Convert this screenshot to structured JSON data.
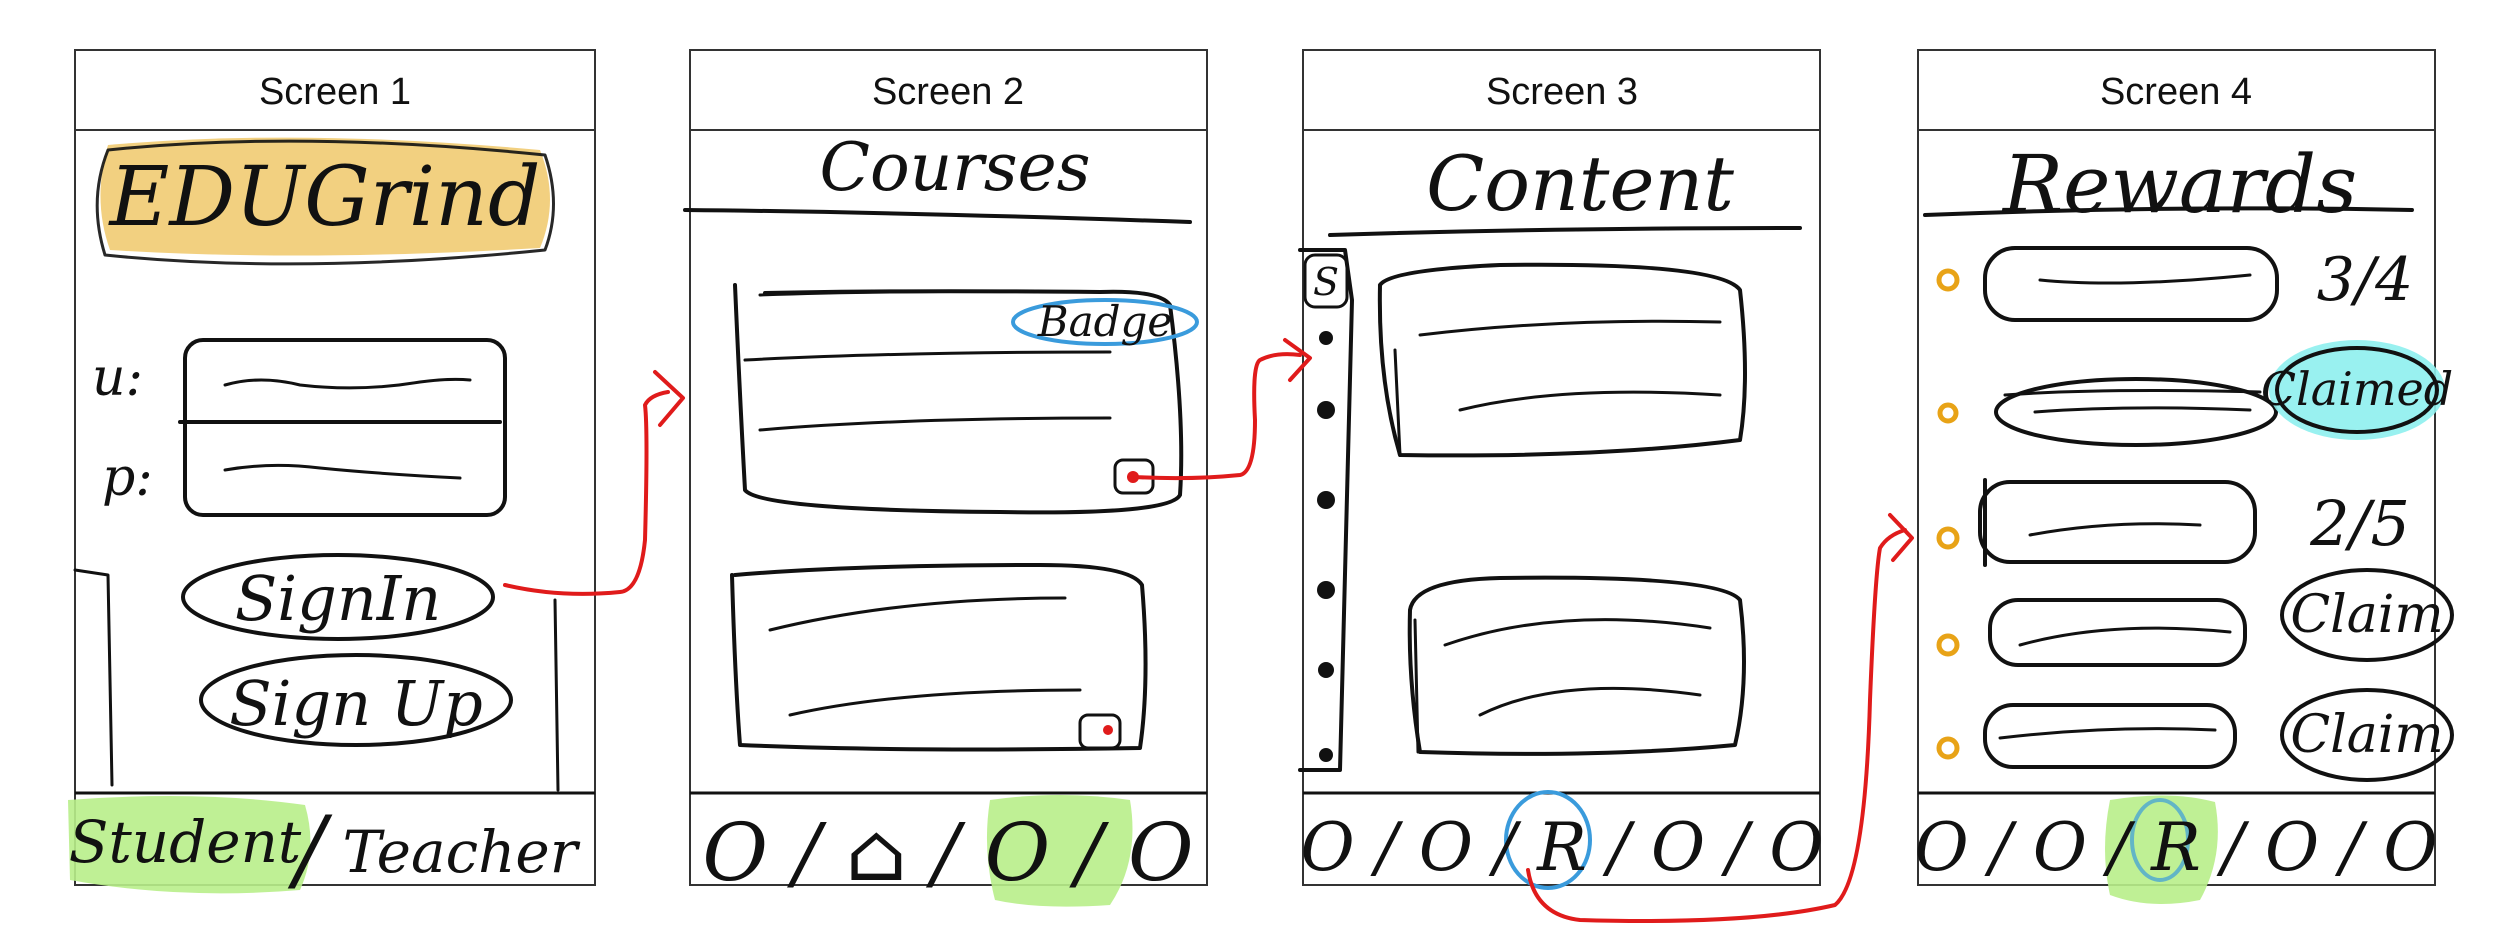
{
  "screens": [
    {
      "title": "Screen 1"
    },
    {
      "title": "Screen 2"
    },
    {
      "title": "Screen 3"
    },
    {
      "title": "Screen 4"
    }
  ],
  "screen1": {
    "logo": "EDUGrind",
    "username_label": "u:",
    "password_label": "p:",
    "sign_in": "SignIn",
    "sign_up": "Sign Up",
    "role_student": "Student",
    "role_separator": "/",
    "role_teacher": "Teacher"
  },
  "screen2": {
    "heading": "Courses",
    "badge": "Badge",
    "nav": "O / ⌂ / O / O"
  },
  "screen3": {
    "heading": "Content",
    "side_letter": "S",
    "nav": "O / O / R / O / O"
  },
  "screen4": {
    "heading": "Rewards",
    "progress_1": "3/4",
    "claimed": "Claimed",
    "progress_2": "2/5",
    "claim_1": "Claim",
    "claim_2": "Claim",
    "nav": "O / O / R / O / O"
  },
  "colors": {
    "arrow": "#e01b1b",
    "logo_highlight": "#f0c86a",
    "green_highlight": "#b8ee8a",
    "badge_blue": "#3a9bdc",
    "claimed_cyan": "#8ef0ee",
    "coin_orange": "#e8a317"
  }
}
